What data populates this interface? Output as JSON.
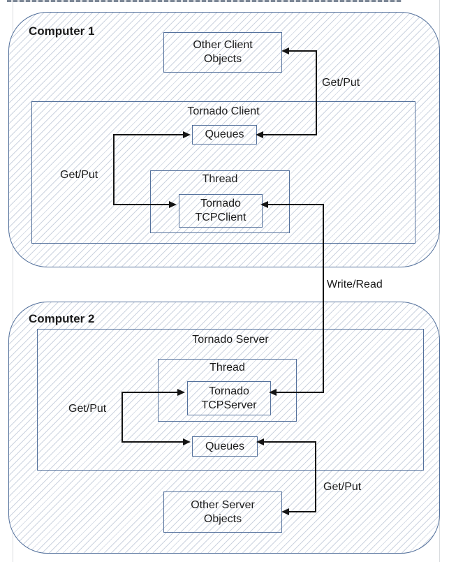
{
  "computer1": {
    "label": "Computer 1",
    "other_objects": {
      "line1": "Other Client",
      "line2": "Objects"
    },
    "tornado_client": {
      "title": "Tornado Client",
      "queues": "Queues",
      "thread": {
        "title": "Thread",
        "tcp": {
          "line1": "Tornado",
          "line2": "TCPClient"
        }
      }
    }
  },
  "computer2": {
    "label": "Computer 2",
    "tornado_server": {
      "title": "Tornado Server",
      "queues": "Queues",
      "thread": {
        "title": "Thread",
        "tcp": {
          "line1": "Tornado",
          "line2": "TCPServer"
        }
      }
    },
    "other_objects": {
      "line1": "Other Server",
      "line2": "Objects"
    }
  },
  "labels": {
    "get_put_top": "Get/Put",
    "get_put_client_left": "Get/Put",
    "write_read": "Write/Read",
    "get_put_server_left": "Get/Put",
    "get_put_bottom": "Get/Put"
  },
  "colors": {
    "box_border": "#54719c",
    "hatch_line": "#8fa3c2",
    "arrow": "#141414",
    "guide": "#d9dcdf",
    "text": "#1b1b1b"
  }
}
